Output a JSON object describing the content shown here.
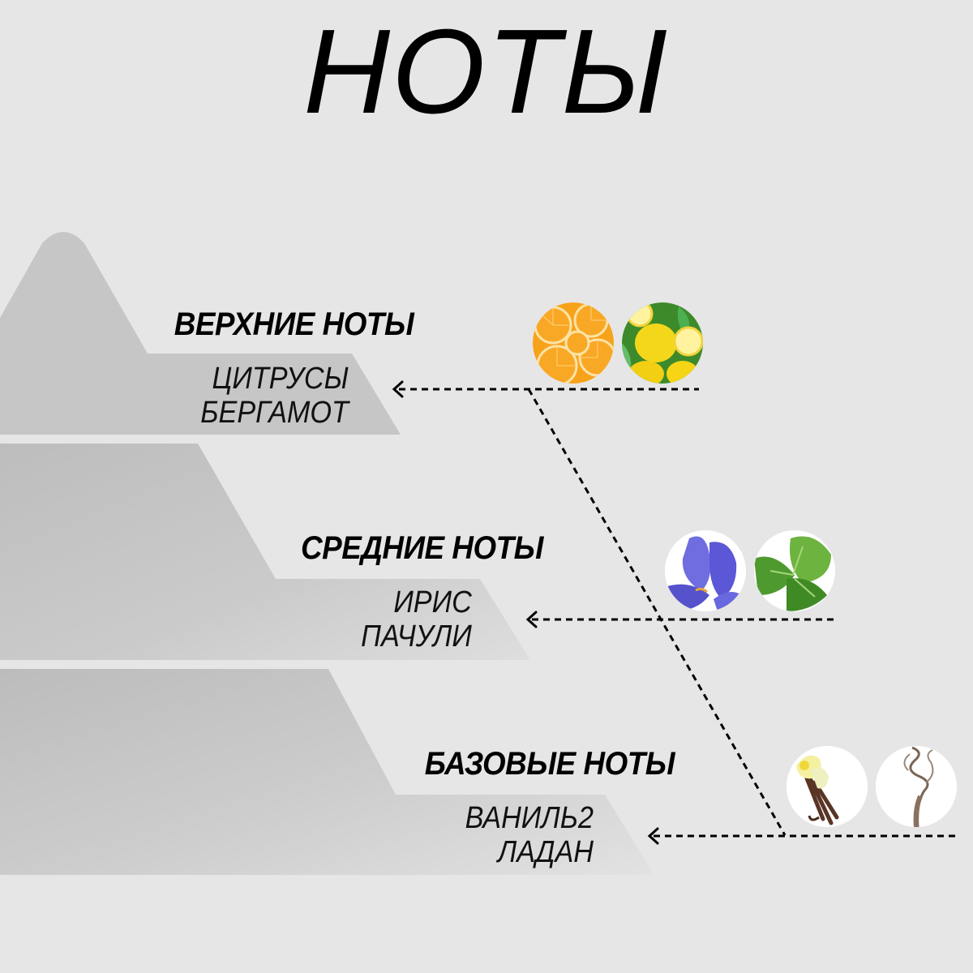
{
  "title": "НОТЫ",
  "colors": {
    "background": "#e6e6e6",
    "pyramid_fill": "#c6c6c6",
    "text": "#000000",
    "connector": "#000000"
  },
  "tiers": [
    {
      "heading": "ВЕРХНИЕ НОТЫ",
      "notes": [
        "ЦИТРУСЫ",
        "БЕРГАМОТ"
      ],
      "images": [
        {
          "icon": "orange-slices-icon",
          "label": "orange slices"
        },
        {
          "icon": "lemons-icon",
          "label": "lemons"
        }
      ]
    },
    {
      "heading": "СРЕДНИЕ НОТЫ",
      "notes": [
        "ИРИС",
        "ПАЧУЛИ"
      ],
      "images": [
        {
          "icon": "iris-flower-icon",
          "label": "iris flower"
        },
        {
          "icon": "patchouli-leaf-icon",
          "label": "patchouli leaves"
        }
      ]
    },
    {
      "heading": "БАЗОВЫЕ НОТЫ",
      "notes": [
        "ВАНИЛЬ2",
        "ЛАДАН"
      ],
      "images": [
        {
          "icon": "vanilla-icon",
          "label": "vanilla flower and pods"
        },
        {
          "icon": "incense-smoke-icon",
          "label": "incense smoke"
        }
      ]
    }
  ],
  "connectors": [
    {
      "icon": "arrow-left-icon",
      "tier": 0
    },
    {
      "icon": "arrow-left-icon",
      "tier": 1
    },
    {
      "icon": "arrow-left-icon",
      "tier": 2
    }
  ]
}
